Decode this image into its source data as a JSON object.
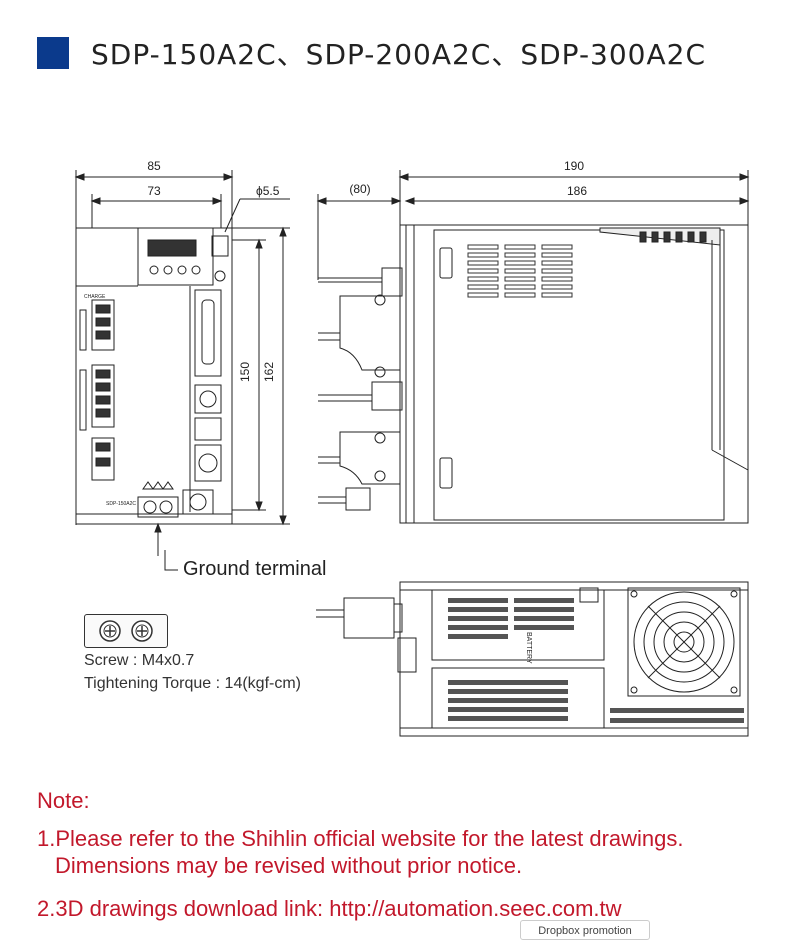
{
  "header": {
    "title": "SDP-150A2C、SDP-200A2C、SDP-300A2C",
    "accent_color": "#0b3a8c"
  },
  "front_view": {
    "dim_width_outer": "85",
    "dim_width_inner": "73",
    "dim_hole": "ϕ5.5",
    "dim_height_inner": "150",
    "dim_height_outer": "162",
    "charge_label": "CHARGE",
    "model_plate": "SDP-150A2C"
  },
  "side_view": {
    "dim_cable": "(80)",
    "dim_depth_outer": "190",
    "dim_depth_inner": "186",
    "battery_label": "BATTERY"
  },
  "ground": {
    "label": "Ground terminal"
  },
  "screw": {
    "spec": "Screw : M4x0.7",
    "torque": "Tightening Torque : 14(kgf-cm)"
  },
  "notes": {
    "heading": "Note:",
    "line1": "1.Please refer to the Shihlin official website for the latest drawings.",
    "line1b": "Dimensions may be revised without prior notice.",
    "line2": "2.3D drawings download link: http://automation.seec.com.tw",
    "color": "#c2182b"
  },
  "overlay": {
    "badge": "Dropbox promotion"
  }
}
